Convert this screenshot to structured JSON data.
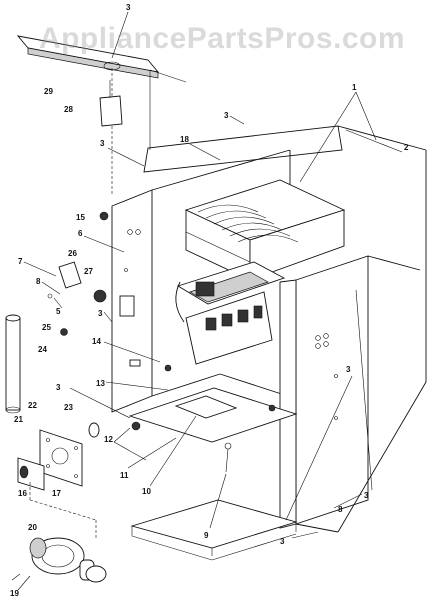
{
  "watermark": "AppliancePartsPros.com",
  "callouts": {
    "c1": "1",
    "c2": "2",
    "c3a": "3",
    "c3b": "3",
    "c3c": "3",
    "c3d": "3",
    "c3e": "3",
    "c3f": "3",
    "c3g": "3",
    "c3h": "3",
    "c5": "5",
    "c6": "6",
    "c7": "7",
    "c8a": "8",
    "c8b": "8",
    "c9": "9",
    "c10": "10",
    "c11": "11",
    "c12": "12",
    "c13": "13",
    "c14": "14",
    "c15": "15",
    "c16": "16",
    "c17": "17",
    "c18": "18",
    "c19": "19",
    "c20": "20",
    "c21": "21",
    "c22": "22",
    "c23": "23",
    "c24": "24",
    "c25": "25",
    "c26": "26",
    "c27": "27",
    "c28": "28",
    "c29": "29"
  }
}
